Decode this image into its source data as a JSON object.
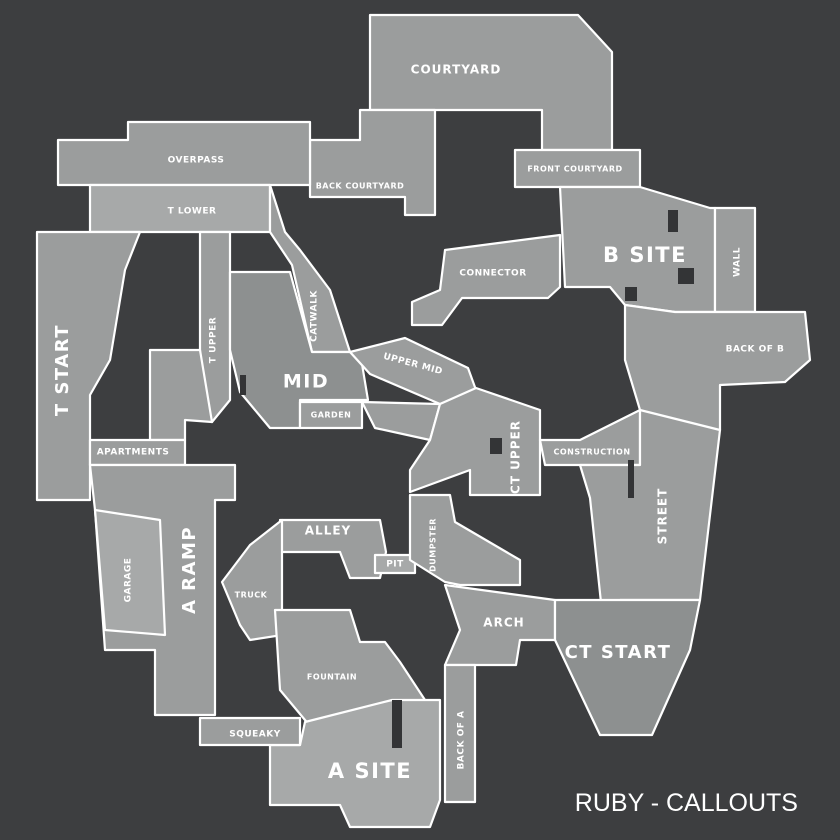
{
  "title": "RUBY - CALLOUTS",
  "colors": {
    "background": "#3d3e40",
    "area": "#9b9d9d",
    "border": "#ffffff",
    "text": "#ffffff"
  },
  "callouts": {
    "courtyard": "COURTYARD",
    "overpass": "OVERPASS",
    "back_courtyard": "BACK COURTYARD",
    "front_courtyard": "FRONT COURTYARD",
    "t_lower": "T LOWER",
    "b_site": "B SITE",
    "wall": "WALL",
    "connector": "CONNECTOR",
    "catwalk": "CATWALK",
    "t_upper": "T UPPER",
    "t_start": "T START",
    "upper_mid": "UPPER MID",
    "mid": "MID",
    "back_of_b": "BACK OF B",
    "garden": "GARDEN",
    "ct_upper": "CT UPPER",
    "construction": "CONSTRUCTION",
    "apartments": "APARTMENTS",
    "street": "STREET",
    "alley": "ALLEY",
    "pit": "PIT",
    "dumpster": "DUMPSTER",
    "garage": "GARAGE",
    "a_ramp": "A RAMP",
    "truck": "TRUCK",
    "arch": "ARCH",
    "ct_start": "CT START",
    "fountain": "FOUNTAIN",
    "squeaky": "SQUEAKY",
    "a_site": "A SITE",
    "back_of_a": "BACK OF A"
  }
}
